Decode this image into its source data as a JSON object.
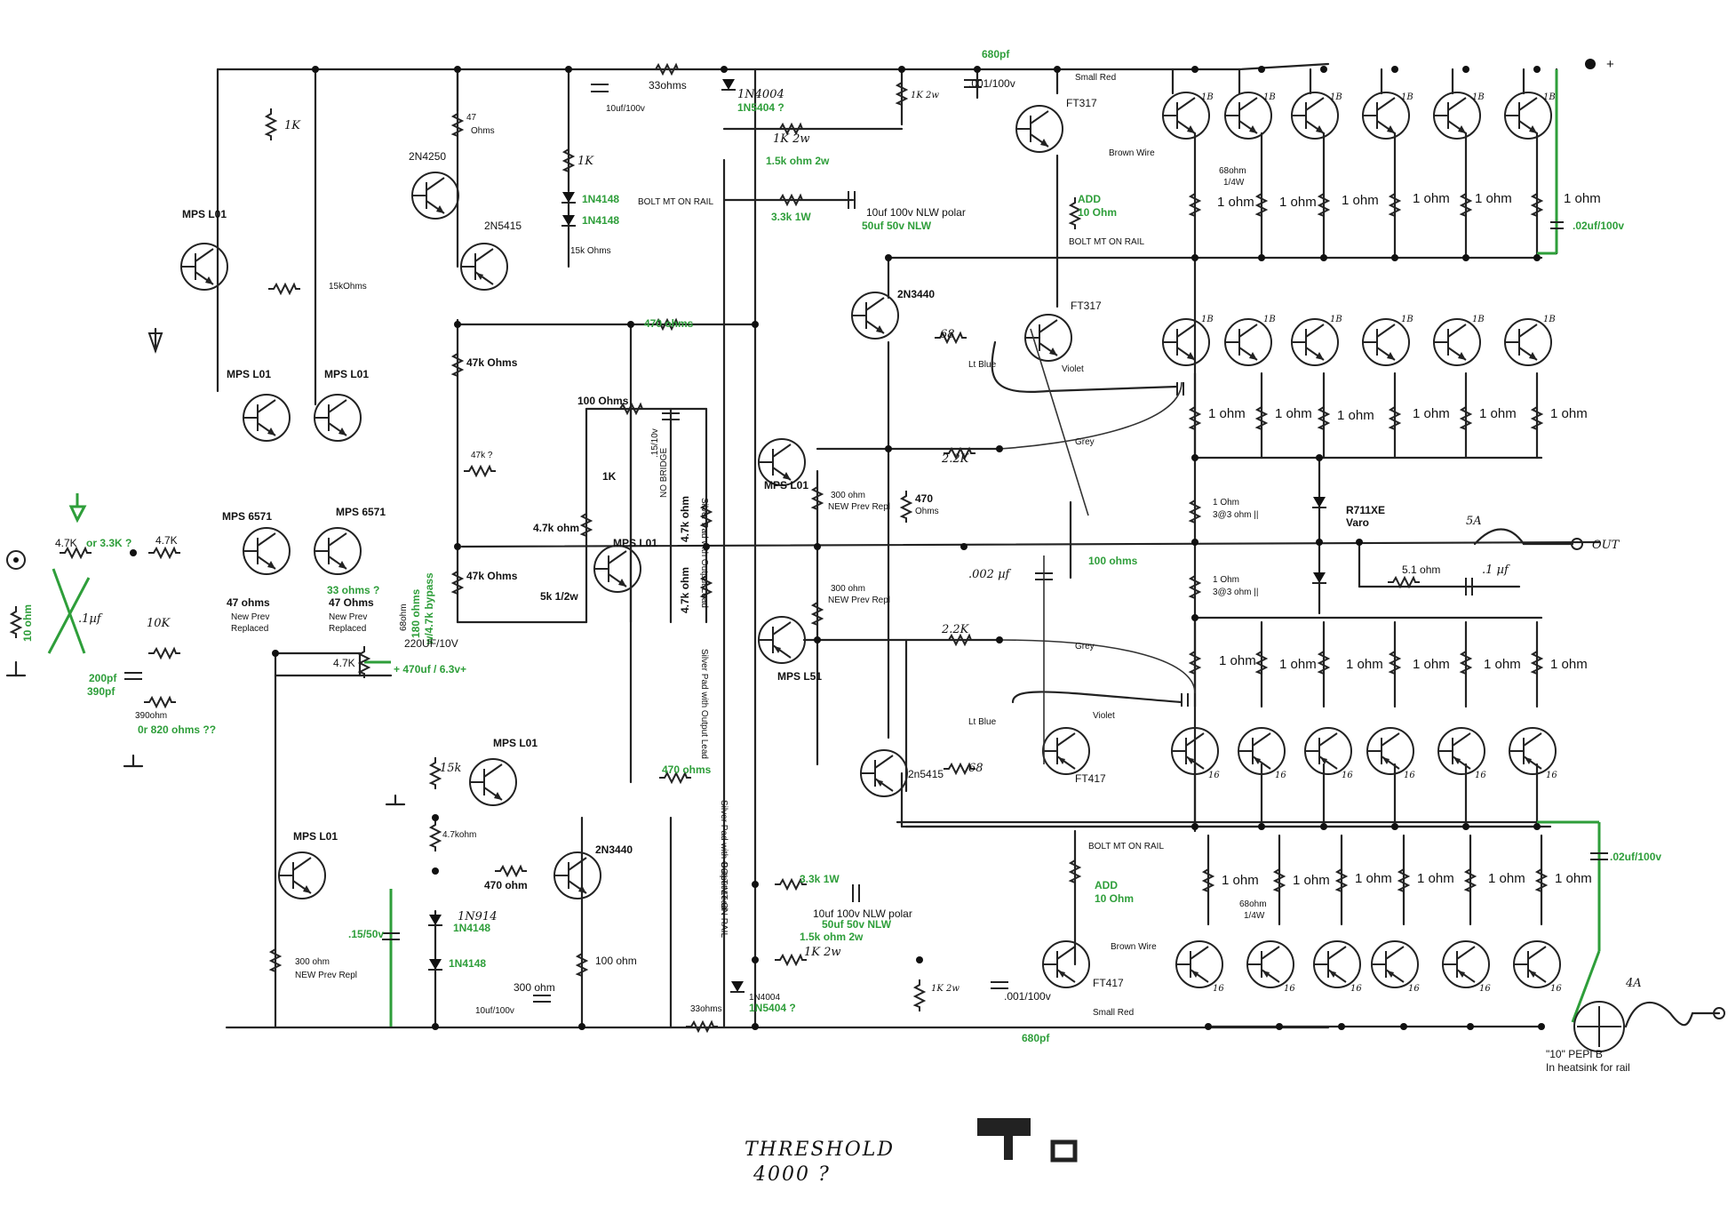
{
  "title_lines": [
    "THRESHOLD",
    "4000 ?"
  ],
  "rail_plus": "+",
  "output": "OUT",
  "fuse_out": "5A",
  "fuse_rail": "4A",
  "pepi": [
    "\"10\"  PEPI  B",
    "In heatsink for rail"
  ],
  "colors": {
    "wire": "#222222",
    "annotation_green": "#2e9e3a"
  },
  "transistors": {
    "q_mps_l01_top": "MPS L01",
    "q_2n4250": "2N4250",
    "q_2n5415_top": "2N5415",
    "q_mps_l01_pair_left": "MPS L01",
    "q_mps_l01_pair_right": "MPS L01",
    "q_mps6571_left": "MPS 6571",
    "q_mps6571_right": "MPS 6571",
    "q_mps_l01_mid": "MPS L01",
    "q_mps_l01_vbe": "MPS L01",
    "q_mps_l51": "MPS L51",
    "q_2n3440_top": "2N3440",
    "q_2n5415_bot": "2n5415",
    "q_ft317_drv": "FT317",
    "q_ft317_pre": "FT317",
    "q_ft417_pre": "FT417",
    "q_ft417_drv": "FT417",
    "q_mps_l01_low": "MPS L01",
    "q_mps_l01_lowleft": "MPS L01",
    "q_2n3440_low": "2N3440",
    "out_top": "1B",
    "out_bot": "16"
  },
  "labels": {
    "r_33ohms_top": "33ohms",
    "d_1n4004_top": "1N4004",
    "d_1n5404_top": "1N5404  ?",
    "r_1k_2w_top": "1K 2w",
    "r_15k_top": "1.5k ohm 2w",
    "c_680pf_top": "680pf",
    "c_001_top": ".001/100v",
    "small_red_top": "Small Red",
    "brown_wire_top": "Brown Wire",
    "r_68ohm_top": "68ohm",
    "r_14w_top": "1/4W",
    "add_top": "ADD",
    "add_val_top": "10 Ohm",
    "bolt_top": "BOLT MT ON RAIL",
    "bolt_left": "BOLT MT ON RAIL",
    "r_33k_top": "3.3k 1W",
    "c_10uf_top": "10uf 100v NLW polar",
    "c_50uf_top": "50uf 50v NLW",
    "c_02_top": ".02uf/100v",
    "r_1k_left": "1K",
    "r_47_top": "47",
    "r_47_top2": "Ohms",
    "r_1k_mid": "1K",
    "d_1n4148_a": "1N4148",
    "d_1n4148_b": "1N4148",
    "c_10uf_100v": "10uf/100v",
    "r_15kohms": "15k Ohms",
    "r_15kohms_b": "15kOhms",
    "silver_pad_top": "Silver Pad with Output Lead",
    "r_470_top": "470 ohms",
    "r_68_top": "68",
    "lt_blue_top": "Lt Blue",
    "violet_top": "Violet",
    "grey_top": "Grey",
    "r_22k_top": "2.2K",
    "r_47k_ohms": "47k Ohms",
    "r_47k_q": "47k ?",
    "no_bridge": "NO BRIDGE",
    "r_47k_ohms_b": "47k Ohms",
    "r_100_ohms": "100 Ohms",
    "pot_1k": "1K",
    "c_15_10v": ".15/10v",
    "r_47k_ohm_a": "4.7k ohm",
    "r_47k_ohm_b": "4.7k ohm",
    "r_47k_ohm_c": "4.7k ohm",
    "pot_5k": "5k 1/2w",
    "r_300_top": "300 ohm",
    "r_300_top2": "NEW Prev Repl",
    "r_300_mid": "300 ohm",
    "r_300_mid2": "NEW Prev Repl",
    "r_470_ohms_mid": "470",
    "r_470_ohms_mid2": "Ohms",
    "c_002": ".002 µf",
    "pot_100": "100 ohms",
    "r_1ohm_a": "1 Ohm",
    "r_1ohm_a2": "3@3 ohm ||",
    "r_1ohm_b": "1 Ohm",
    "r_1ohm_b2": "3@3 ohm ||",
    "varo": "R711XE",
    "varo2": "Varo",
    "r_51": "5.1 ohm",
    "c_1uf": ".1 µf",
    "r_1ohm": "1 ohm",
    "in_r_47k": "4.7K",
    "in_r_33k": "or 3.3K ?",
    "in_r_47k_b": "4.7K",
    "in_10ohm": "10 ohm",
    "in_c_1": ".1µf",
    "in_10k": "10K",
    "in_200pf": "200pf",
    "in_390pf": "390pf",
    "in_390ohm": "390ohm",
    "in_820": "0r 820 ohms  ??",
    "r_47ohms_a": "47 ohms",
    "r_47ohms_a2": "New Prev",
    "r_47ohms_a3": "Replaced",
    "r_33ohms_q": "33 ohms ?",
    "r_47ohms_b": "47 Ohms",
    "r_47ohms_b2": "New Prev",
    "r_47ohms_b3": "Replaced",
    "r_68ohm_v": "68ohm",
    "r_180": "180 ohms",
    "r_180b": "w/4.7k bypass",
    "c_220": "220UF/10V",
    "c_470": "+ 470uf / 6.3v+",
    "r_47k_small": "4.7K",
    "r_15k_bot": "15k",
    "r_47kohm_bot": "4.7kohm",
    "r_470_bot": "470 ohm",
    "d_1n914": "1N914",
    "d_1n4148_c": "1N4148",
    "d_1n4148_d": "1N4148",
    "c_15_50v": ".15/50v",
    "r_300_bot": "300 ohm",
    "r_300_bot2": "NEW Prev Repl",
    "r_100_bot": "100 ohm",
    "c_10uf_bot": "10uf/100v",
    "r_33ohms_bot": "33ohms",
    "d_1n4004_bot": "1N4004",
    "d_1n5404_bot": "1N5404  ?",
    "silver_pad_bot": "Silver Pad with Output Lead",
    "bolt_left_bot": "BOLT MT ON RAIL",
    "r_470_bot_mid": "470 ohms",
    "r_68_bot": "68",
    "lt_blue_bot": "Lt Blue",
    "violet_bot": "Violet",
    "grey_bot": "Grey",
    "r_22k_bot": "2.2K",
    "bolt_bot": "BOLT MT ON RAIL",
    "add_bot": "ADD",
    "add_val_bot": "10 Ohm",
    "brown_wire_bot": "Brown Wire",
    "small_red_bot": "Small Red",
    "c_680pf_bot": "680pf",
    "c_001_bot": ".001/100v",
    "r_1k_2w_bot": "1K 2w",
    "r_15k_bot_r": "1.5k ohm 2w",
    "r_1k2w_bot": "1K 2w",
    "r_33k_bot": "3.3k 1W",
    "c_10uf_bot2": "10uf 100v NLW polar",
    "c_50uf_bot": "50uf 50v NLW",
    "r_68ohm_bot": "68ohm",
    "r_14w_bot": "1/4W",
    "c_02_bot": ".02uf/100v"
  }
}
